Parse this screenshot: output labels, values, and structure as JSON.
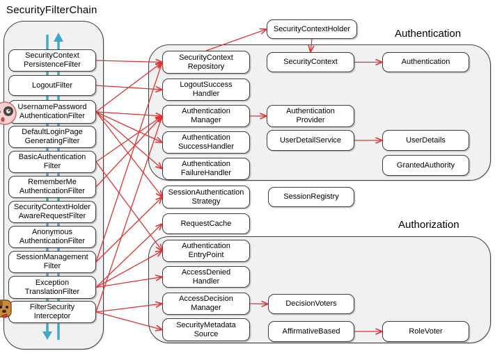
{
  "diagram": {
    "title": "SecurityFilterChain",
    "groups": {
      "authentication": {
        "label": "Authentication"
      },
      "authorization": {
        "label": "Authorization"
      }
    },
    "colors": {
      "arrow": "#dd3333",
      "flow": "#3fa9c9",
      "box_fill": "#ffffff",
      "group_fill": "#f1f1f1",
      "border": "#3c3c3c"
    },
    "icons": {
      "user_face": "user-face-icon",
      "dog_face": "dog-face-icon"
    },
    "nodes": {
      "securityContextPersistenceFilter": {
        "label": "SecurityContext\nPersistenceFilter"
      },
      "logoutFilter": {
        "label": "LogoutFilter"
      },
      "usernamePasswordAuthenticationFilter": {
        "label": "UsernamePassword\nAuthenticationFilter"
      },
      "defaultLoginPageGeneratingFilter": {
        "label": "DefaultLoginPage\nGeneratingFilter"
      },
      "basicAuthenticationFilter": {
        "label": "BasicAuthentication\nFilter"
      },
      "rememberMeAuthenticationFilter": {
        "label": "RememberMe\nAuthenticationFilter"
      },
      "securityContextHolderAwareRequestFilter": {
        "label": "SecurityContextHolder\nAwareRequestFilter"
      },
      "anonymousAuthenticationFilter": {
        "label": "Anonymous\nAuthenticationFilter"
      },
      "sessionManagementFilter": {
        "label": "SessionManagement\nFilter"
      },
      "exceptionTranslationFilter": {
        "label": "Exception\nTranslationFilter"
      },
      "filterSecurityInterceptor": {
        "label": "FilterSecurity\nInterceptor"
      },
      "securityContextHolder": {
        "label": "SecurityContextHolder"
      },
      "securityContextRepository": {
        "label": "SecurityContext\nRepository"
      },
      "logoutSuccessHandler": {
        "label": "LogoutSuccess\nHandler"
      },
      "authenticationManager": {
        "label": "Authentication\nManager"
      },
      "authenticationSuccessHandler": {
        "label": "Authentication\nSuccessHandler"
      },
      "authenticationFailureHandler": {
        "label": "Authentication\nFailureHandler"
      },
      "securityContext": {
        "label": "SecurityContext"
      },
      "authentication": {
        "label": "Authentication"
      },
      "authenticationProvider": {
        "label": "Authentication\nProvider"
      },
      "userDetailService": {
        "label": "UserDetailService"
      },
      "userDetails": {
        "label": "UserDetails"
      },
      "grantedAuthority": {
        "label": "GrantedAuthority"
      },
      "sessionAuthenticationStrategy": {
        "label": "SessionAuthentication\nStrategy"
      },
      "sessionRegistry": {
        "label": "SessionRegistry"
      },
      "requestCache": {
        "label": "RequestCache"
      },
      "authenticationEntryPoint": {
        "label": "Authentication\nEntryPoint"
      },
      "accessDeniedHandler": {
        "label": "AccessDenied\nHandler"
      },
      "accessDecisionManager": {
        "label": "AccessDecision\nManager"
      },
      "securityMetadataSource": {
        "label": "SecurityMetadata\nSource"
      },
      "decisionVoters": {
        "label": "DecisionVoters"
      },
      "affirmativeBased": {
        "label": "AffirmativeBased"
      },
      "roleVoter": {
        "label": "RoleVoter"
      }
    },
    "connections": [
      {
        "from": "securityContextPersistenceFilter",
        "to": "securityContextRepository",
        "fromAnchor": "right",
        "toAnchor": "left"
      },
      {
        "from": "logoutFilter",
        "to": "logoutSuccessHandler",
        "fromAnchor": "right",
        "toAnchor": "left"
      },
      {
        "from": "usernamePasswordAuthenticationFilter",
        "to": "securityContextRepository",
        "fromAnchor": "right",
        "toAnchor": "left"
      },
      {
        "from": "usernamePasswordAuthenticationFilter",
        "to": "authenticationManager",
        "fromAnchor": "right",
        "toAnchor": "left"
      },
      {
        "from": "usernamePasswordAuthenticationFilter",
        "to": "authenticationSuccessHandler",
        "fromAnchor": "right",
        "toAnchor": "left"
      },
      {
        "from": "usernamePasswordAuthenticationFilter",
        "to": "authenticationFailureHandler",
        "fromAnchor": "right",
        "toAnchor": "left"
      },
      {
        "from": "usernamePasswordAuthenticationFilter",
        "to": "sessionAuthenticationStrategy",
        "fromAnchor": "right",
        "toAnchor": "left"
      },
      {
        "from": "basicAuthenticationFilter",
        "to": "authenticationManager",
        "fromAnchor": "right",
        "toAnchor": "left"
      },
      {
        "from": "basicAuthenticationFilter",
        "to": "authenticationEntryPoint",
        "fromAnchor": "right",
        "toAnchor": "left"
      },
      {
        "from": "rememberMeAuthenticationFilter",
        "to": "authenticationManager",
        "fromAnchor": "right",
        "toAnchor": "left"
      },
      {
        "from": "sessionManagementFilter",
        "to": "securityContextRepository",
        "fromAnchor": "right",
        "toAnchor": "left"
      },
      {
        "from": "sessionManagementFilter",
        "to": "sessionAuthenticationStrategy",
        "fromAnchor": "right",
        "toAnchor": "left"
      },
      {
        "from": "exceptionTranslationFilter",
        "to": "requestCache",
        "fromAnchor": "right",
        "toAnchor": "left"
      },
      {
        "from": "exceptionTranslationFilter",
        "to": "authenticationEntryPoint",
        "fromAnchor": "right",
        "toAnchor": "left"
      },
      {
        "from": "exceptionTranslationFilter",
        "to": "accessDeniedHandler",
        "fromAnchor": "right",
        "toAnchor": "left"
      },
      {
        "from": "filterSecurityInterceptor",
        "to": "authenticationManager",
        "fromAnchor": "right",
        "toAnchor": "left"
      },
      {
        "from": "filterSecurityInterceptor",
        "to": "accessDecisionManager",
        "fromAnchor": "right",
        "toAnchor": "left"
      },
      {
        "from": "filterSecurityInterceptor",
        "to": "securityMetadataSource",
        "fromAnchor": "right",
        "toAnchor": "left"
      },
      {
        "from": "securityContextRepository",
        "to": "securityContextHolder",
        "fromAnchor": "top",
        "toAnchor": "left"
      },
      {
        "from": "securityContextHolder",
        "to": "securityContext",
        "fromAnchor": "bottom",
        "toAnchor": "top"
      },
      {
        "from": "securityContext",
        "to": "authentication",
        "fromAnchor": "right",
        "toAnchor": "left"
      },
      {
        "from": "authenticationManager",
        "to": "authenticationProvider",
        "fromAnchor": "right",
        "toAnchor": "left"
      },
      {
        "from": "userDetailService",
        "to": "userDetails",
        "fromAnchor": "right",
        "toAnchor": "left"
      },
      {
        "from": "accessDecisionManager",
        "to": "decisionVoters",
        "fromAnchor": "right",
        "toAnchor": "left"
      },
      {
        "from": "affirmativeBased",
        "to": "roleVoter",
        "fromAnchor": "right",
        "toAnchor": "left"
      }
    ]
  }
}
